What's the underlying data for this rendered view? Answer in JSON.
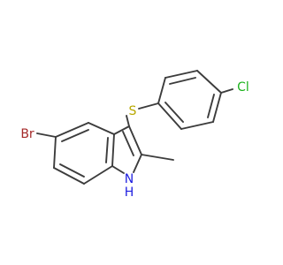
{
  "structure": {
    "atoms": {
      "bromine": {
        "label": "Br",
        "color": "#a52a2a"
      },
      "sulfur": {
        "label": "S",
        "color": "#b8a800"
      },
      "chlorine": {
        "label": "Cl",
        "color": "#1db31d"
      },
      "nitrogen": {
        "label": "N",
        "color": "#2020e0"
      },
      "hydrogen": {
        "label": "H",
        "color": "#2020e0"
      }
    },
    "bond_color": "#3c3c3c"
  }
}
